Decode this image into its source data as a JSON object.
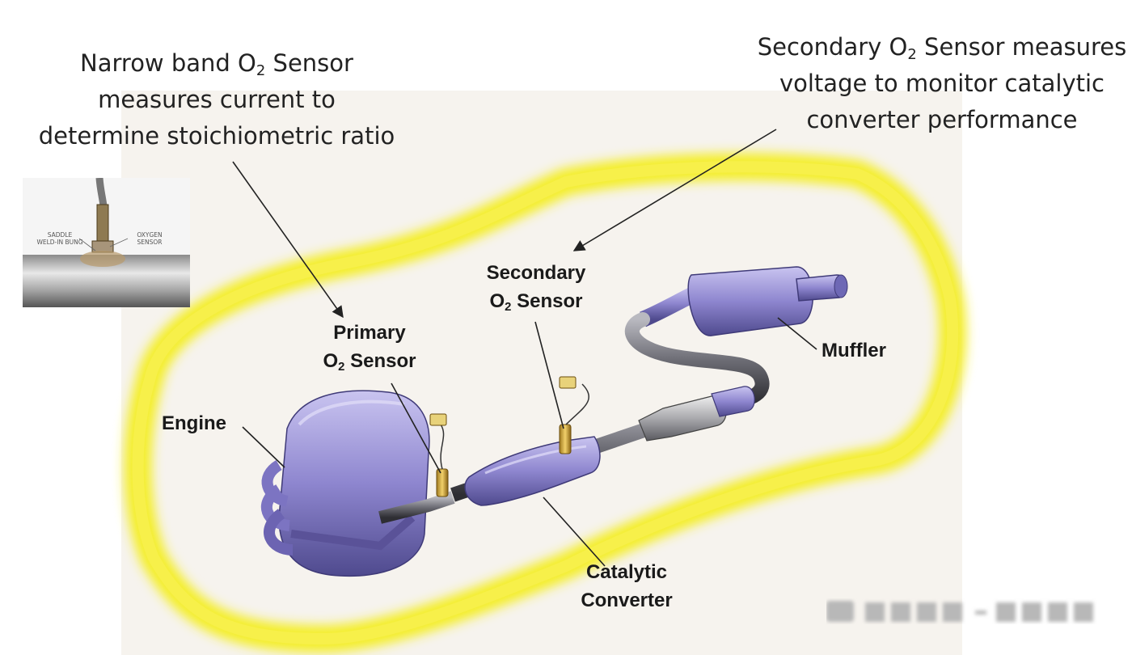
{
  "callouts": {
    "primary": {
      "line1_prefix": "Narrow band O",
      "line1_sub": "2",
      "line1_suffix": " Sensor",
      "line2": "measures current to",
      "line3": "determine stoichiometric ratio"
    },
    "secondary": {
      "line1_prefix": "Secondary O",
      "line1_sub": "2",
      "line1_suffix": " Sensor measures",
      "line2": "voltage to monitor catalytic",
      "line3": "converter performance"
    }
  },
  "labels": {
    "primary_line1": "Primary",
    "primary_line2_prefix": "O",
    "primary_line2_sub": "2",
    "primary_line2_suffix": " Sensor",
    "secondary_line1": "Secondary",
    "secondary_line2_prefix": "O",
    "secondary_line2_sub": "2",
    "secondary_line2_suffix": " Sensor",
    "engine": "Engine",
    "muffler": "Muffler",
    "catalytic_line1": "Catalytic",
    "catalytic_line2": "Converter"
  },
  "inset": {
    "left_line1": "SADDLE",
    "left_line2": "WELD-IN BUNG",
    "right_line1": "OXYGEN",
    "right_line2": "SENSOR"
  },
  "colors": {
    "car_glow": "#f4ee2a",
    "background_panel": "#f6f3ee",
    "component_purple": "#8e86cf",
    "pipe_gray": "#6c6c74"
  }
}
